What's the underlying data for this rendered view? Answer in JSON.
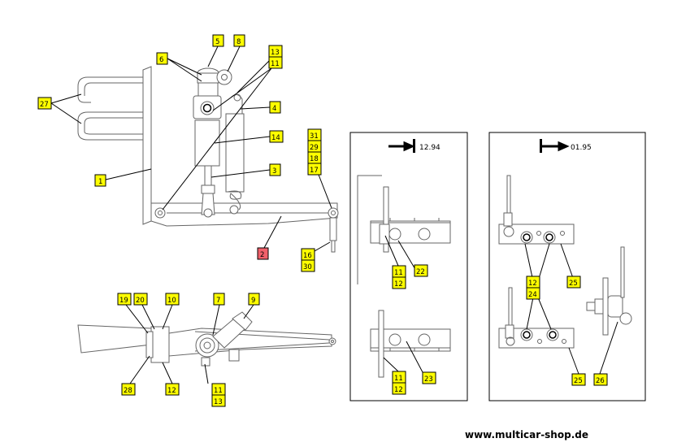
{
  "footer": {
    "website": "www.multicar-shop.de"
  },
  "colors": {
    "label_fill": "#ffff00",
    "highlight_fill": "#f0606a",
    "line": "#000000",
    "part_line": "#666666"
  },
  "panels": {
    "middle": {
      "date": "12.94",
      "icon": "arrow-to-bar-icon"
    },
    "right": {
      "date": "01.95",
      "icon": "arrow-from-bar-icon"
    }
  },
  "callouts": {
    "c27": "27",
    "c1": "1",
    "c6": "6",
    "c5": "5",
    "c8": "8",
    "c13a": "13",
    "c11a": "11",
    "c4": "4",
    "c14": "14",
    "c3": "3",
    "c31": "31",
    "c29": "29",
    "c18": "18",
    "c17": "17",
    "c2": "2",
    "c16": "16",
    "c30": "30",
    "c19": "19",
    "c20": "20",
    "c10": "10",
    "c7": "7",
    "c9": "9",
    "c28": "28",
    "c12a": "12",
    "c11b": "11",
    "c13b": "13",
    "c11c": "11",
    "c12b": "12",
    "c22": "22",
    "c11d": "11",
    "c12c": "12",
    "c23": "23",
    "c12d": "12",
    "c24": "24",
    "c25a": "25",
    "c25b": "25",
    "c26": "26"
  }
}
